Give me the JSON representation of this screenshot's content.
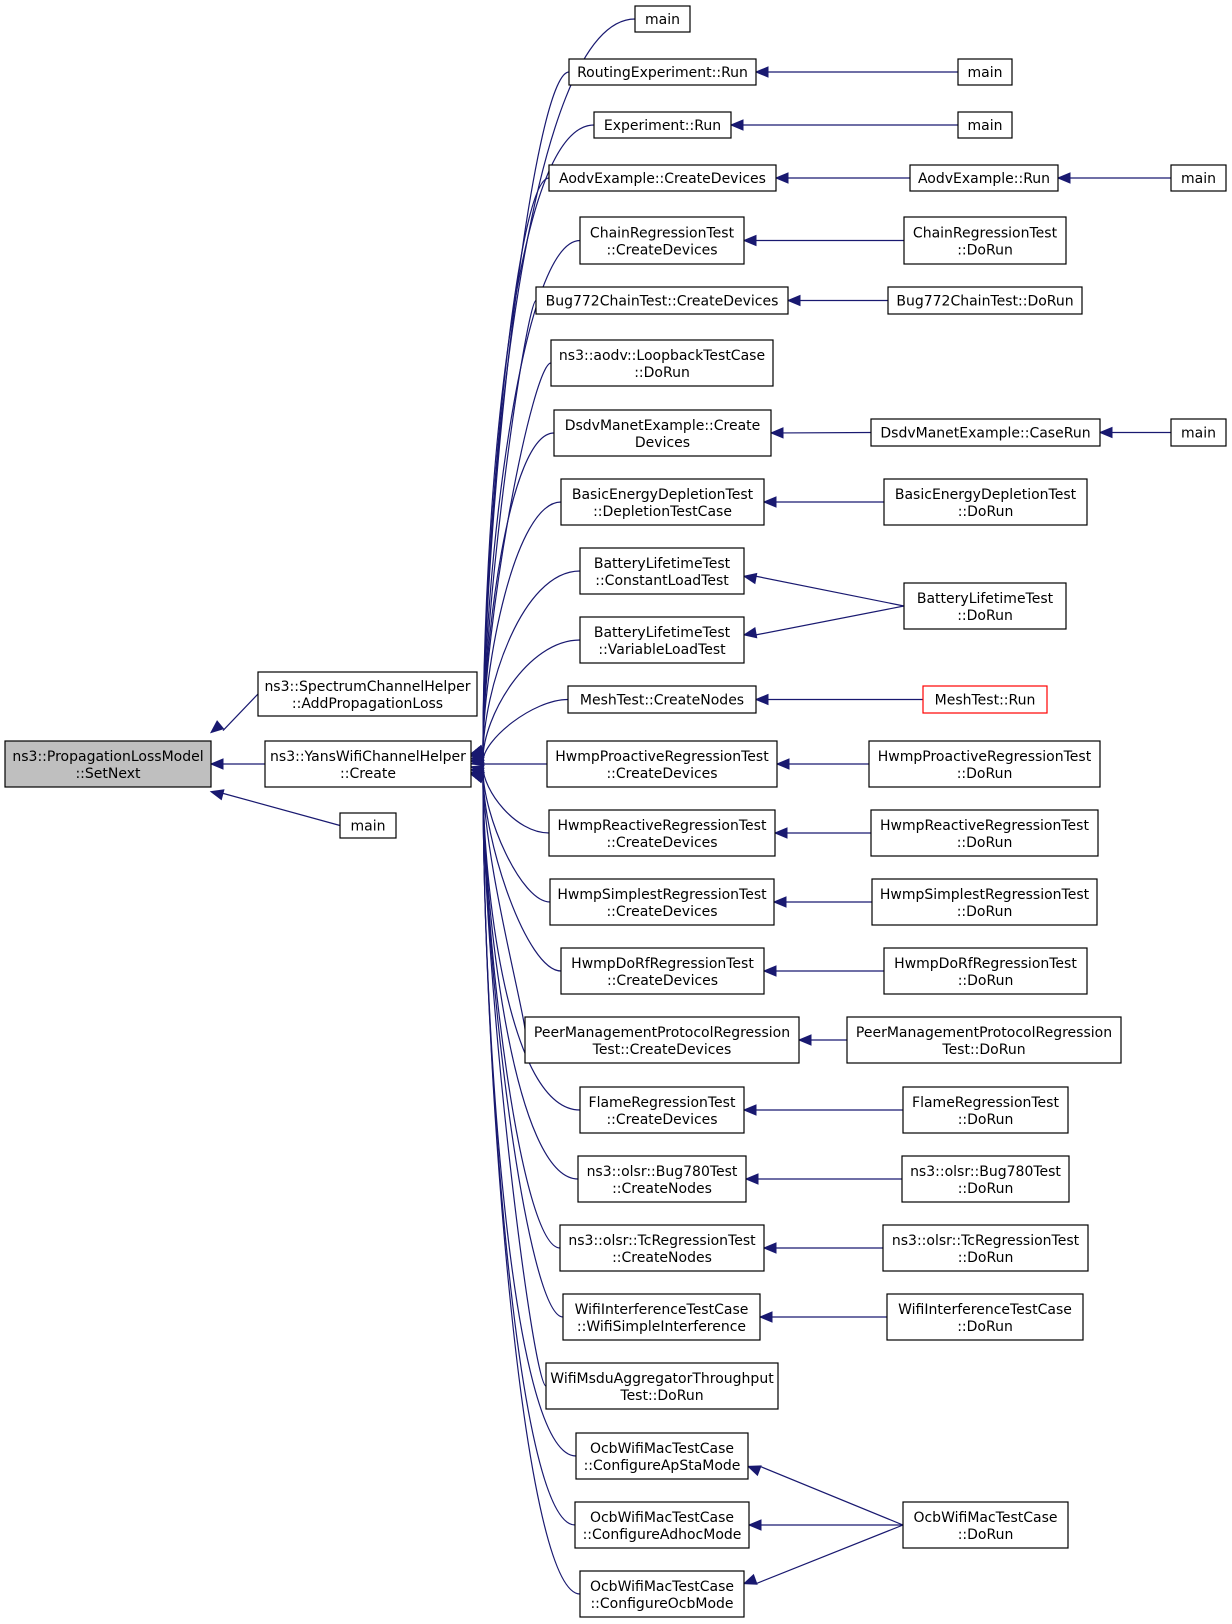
{
  "graph": {
    "nodes": [
      {
        "id": "root",
        "lines": [
          "ns3::PropagationLossModel",
          "::SetNext"
        ],
        "style": "root"
      },
      {
        "id": "spectrum",
        "lines": [
          "ns3::SpectrumChannelHelper",
          "::AddPropagationLoss"
        ]
      },
      {
        "id": "yans",
        "lines": [
          "ns3::YansWifiChannelHelper",
          "::Create"
        ]
      },
      {
        "id": "main_left",
        "lines": [
          "main"
        ]
      },
      {
        "id": "main_top",
        "lines": [
          "main"
        ]
      },
      {
        "id": "routing_run",
        "lines": [
          "RoutingExperiment::Run"
        ]
      },
      {
        "id": "exp_run",
        "lines": [
          "Experiment::Run"
        ]
      },
      {
        "id": "aodv_cd",
        "lines": [
          "AodvExample::CreateDevices"
        ]
      },
      {
        "id": "chain_cd",
        "lines": [
          "ChainRegressionTest",
          "::CreateDevices"
        ]
      },
      {
        "id": "bug772_cd",
        "lines": [
          "Bug772ChainTest::CreateDevices"
        ]
      },
      {
        "id": "loopback",
        "lines": [
          "ns3::aodv::LoopbackTestCase",
          "::DoRun"
        ]
      },
      {
        "id": "dsdv_cd",
        "lines": [
          "DsdvManetExample::Create",
          "Devices"
        ]
      },
      {
        "id": "energy_dtc",
        "lines": [
          "BasicEnergyDepletionTest",
          "::DepletionTestCase"
        ]
      },
      {
        "id": "battery_const",
        "lines": [
          "BatteryLifetimeTest",
          "::ConstantLoadTest"
        ]
      },
      {
        "id": "battery_var",
        "lines": [
          "BatteryLifetimeTest",
          "::VariableLoadTest"
        ]
      },
      {
        "id": "mesh_cn",
        "lines": [
          "MeshTest::CreateNodes"
        ]
      },
      {
        "id": "hwmp_pro_cd",
        "lines": [
          "HwmpProactiveRegressionTest",
          "::CreateDevices"
        ]
      },
      {
        "id": "hwmp_re_cd",
        "lines": [
          "HwmpReactiveRegressionTest",
          "::CreateDevices"
        ]
      },
      {
        "id": "hwmp_simp_cd",
        "lines": [
          "HwmpSimplestRegressionTest",
          "::CreateDevices"
        ]
      },
      {
        "id": "hwmp_dorf_cd",
        "lines": [
          "HwmpDoRfRegressionTest",
          "::CreateDevices"
        ]
      },
      {
        "id": "peer_cd",
        "lines": [
          "PeerManagementProtocolRegression",
          "Test::CreateDevices"
        ]
      },
      {
        "id": "flame_cd",
        "lines": [
          "FlameRegressionTest",
          "::CreateDevices"
        ]
      },
      {
        "id": "olsr780_cn",
        "lines": [
          "ns3::olsr::Bug780Test",
          "::CreateNodes"
        ]
      },
      {
        "id": "olsrtc_cn",
        "lines": [
          "ns3::olsr::TcRegressionTest",
          "::CreateNodes"
        ]
      },
      {
        "id": "wifi_intf",
        "lines": [
          "WifiInterferenceTestCase",
          "::WifiSimpleInterference"
        ]
      },
      {
        "id": "wifi_msdu",
        "lines": [
          "WifiMsduAggregatorThroughput",
          "Test::DoRun"
        ]
      },
      {
        "id": "ocb_apsta",
        "lines": [
          "OcbWifiMacTestCase",
          "::ConfigureApStaMode"
        ]
      },
      {
        "id": "ocb_adhoc",
        "lines": [
          "OcbWifiMacTestCase",
          "::ConfigureAdhocMode"
        ]
      },
      {
        "id": "ocb_ocb",
        "lines": [
          "OcbWifiMacTestCase",
          "::ConfigureOcbMode"
        ]
      },
      {
        "id": "main_routing",
        "lines": [
          "main"
        ]
      },
      {
        "id": "main_exp",
        "lines": [
          "main"
        ]
      },
      {
        "id": "aodv_run",
        "lines": [
          "AodvExample::Run"
        ]
      },
      {
        "id": "main_aodv",
        "lines": [
          "main"
        ]
      },
      {
        "id": "chain_dorun",
        "lines": [
          "ChainRegressionTest",
          "::DoRun"
        ]
      },
      {
        "id": "bug772_dorun",
        "lines": [
          "Bug772ChainTest::DoRun"
        ]
      },
      {
        "id": "dsdv_caserun",
        "lines": [
          "DsdvManetExample::CaseRun"
        ]
      },
      {
        "id": "main_dsdv",
        "lines": [
          "main"
        ]
      },
      {
        "id": "energy_dorun",
        "lines": [
          "BasicEnergyDepletionTest",
          "::DoRun"
        ]
      },
      {
        "id": "battery_dorun",
        "lines": [
          "BatteryLifetimeTest",
          "::DoRun"
        ]
      },
      {
        "id": "mesh_run",
        "lines": [
          "MeshTest::Run"
        ],
        "style": "warn"
      },
      {
        "id": "hwmp_pro_dorun",
        "lines": [
          "HwmpProactiveRegressionTest",
          "::DoRun"
        ]
      },
      {
        "id": "hwmp_re_dorun",
        "lines": [
          "HwmpReactiveRegressionTest",
          "::DoRun"
        ]
      },
      {
        "id": "hwmp_simp_dorun",
        "lines": [
          "HwmpSimplestRegressionTest",
          "::DoRun"
        ]
      },
      {
        "id": "hwmp_dorf_dorun",
        "lines": [
          "HwmpDoRfRegressionTest",
          "::DoRun"
        ]
      },
      {
        "id": "peer_dorun",
        "lines": [
          "PeerManagementProtocolRegression",
          "Test::DoRun"
        ]
      },
      {
        "id": "flame_dorun",
        "lines": [
          "FlameRegressionTest",
          "::DoRun"
        ]
      },
      {
        "id": "olsr780_dorun",
        "lines": [
          "ns3::olsr::Bug780Test",
          "::DoRun"
        ]
      },
      {
        "id": "olsrtc_dorun",
        "lines": [
          "ns3::olsr::TcRegressionTest",
          "::DoRun"
        ]
      },
      {
        "id": "wifi_intf_dorun",
        "lines": [
          "WifiInterferenceTestCase",
          "::DoRun"
        ]
      },
      {
        "id": "ocb_dorun",
        "lines": [
          "OcbWifiMacTestCase",
          "::DoRun"
        ]
      }
    ],
    "edges": [
      [
        "spectrum",
        "root"
      ],
      [
        "yans",
        "root"
      ],
      [
        "main_left",
        "root"
      ],
      [
        "main_top",
        "yans"
      ],
      [
        "routing_run",
        "yans"
      ],
      [
        "exp_run",
        "yans"
      ],
      [
        "aodv_cd",
        "yans"
      ],
      [
        "chain_cd",
        "yans"
      ],
      [
        "bug772_cd",
        "yans"
      ],
      [
        "loopback",
        "yans"
      ],
      [
        "dsdv_cd",
        "yans"
      ],
      [
        "energy_dtc",
        "yans"
      ],
      [
        "battery_const",
        "yans"
      ],
      [
        "battery_var",
        "yans"
      ],
      [
        "mesh_cn",
        "yans"
      ],
      [
        "hwmp_pro_cd",
        "yans"
      ],
      [
        "hwmp_re_cd",
        "yans"
      ],
      [
        "hwmp_simp_cd",
        "yans"
      ],
      [
        "hwmp_dorf_cd",
        "yans"
      ],
      [
        "peer_cd",
        "yans"
      ],
      [
        "flame_cd",
        "yans"
      ],
      [
        "olsr780_cn",
        "yans"
      ],
      [
        "olsrtc_cn",
        "yans"
      ],
      [
        "wifi_intf",
        "yans"
      ],
      [
        "wifi_msdu",
        "yans"
      ],
      [
        "ocb_apsta",
        "yans"
      ],
      [
        "ocb_adhoc",
        "yans"
      ],
      [
        "ocb_ocb",
        "yans"
      ],
      [
        "main_routing",
        "routing_run"
      ],
      [
        "main_exp",
        "exp_run"
      ],
      [
        "aodv_run",
        "aodv_cd"
      ],
      [
        "main_aodv",
        "aodv_run"
      ],
      [
        "chain_dorun",
        "chain_cd"
      ],
      [
        "bug772_dorun",
        "bug772_cd"
      ],
      [
        "dsdv_caserun",
        "dsdv_cd"
      ],
      [
        "main_dsdv",
        "dsdv_caserun"
      ],
      [
        "energy_dorun",
        "energy_dtc"
      ],
      [
        "battery_dorun",
        "battery_const"
      ],
      [
        "battery_dorun",
        "battery_var"
      ],
      [
        "mesh_run",
        "mesh_cn"
      ],
      [
        "hwmp_pro_dorun",
        "hwmp_pro_cd"
      ],
      [
        "hwmp_re_dorun",
        "hwmp_re_cd"
      ],
      [
        "hwmp_simp_dorun",
        "hwmp_simp_cd"
      ],
      [
        "hwmp_dorf_dorun",
        "hwmp_dorf_cd"
      ],
      [
        "peer_dorun",
        "peer_cd"
      ],
      [
        "flame_dorun",
        "flame_cd"
      ],
      [
        "olsr780_dorun",
        "olsr780_cn"
      ],
      [
        "olsrtc_dorun",
        "olsrtc_cn"
      ],
      [
        "wifi_intf_dorun",
        "wifi_intf"
      ],
      [
        "ocb_dorun",
        "ocb_apsta"
      ],
      [
        "ocb_dorun",
        "ocb_adhoc"
      ],
      [
        "ocb_dorun",
        "ocb_ocb"
      ]
    ]
  }
}
